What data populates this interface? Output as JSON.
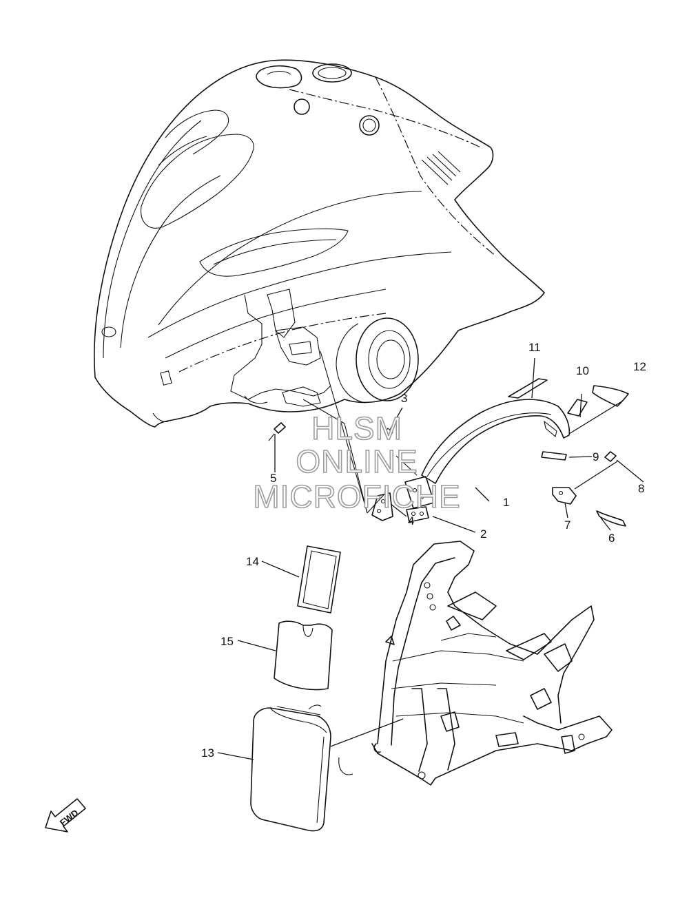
{
  "callouts": [
    {
      "id": "1",
      "label": "1"
    },
    {
      "id": "2",
      "label": "2"
    },
    {
      "id": "3",
      "label": "3"
    },
    {
      "id": "4",
      "label": "4"
    },
    {
      "id": "5",
      "label": "5"
    },
    {
      "id": "6",
      "label": "6"
    },
    {
      "id": "7",
      "label": "7"
    },
    {
      "id": "8",
      "label": "8"
    },
    {
      "id": "9",
      "label": "9"
    },
    {
      "id": "10",
      "label": "10"
    },
    {
      "id": "11",
      "label": "11"
    },
    {
      "id": "12",
      "label": "12"
    },
    {
      "id": "13",
      "label": "13"
    },
    {
      "id": "14",
      "label": "14"
    },
    {
      "id": "15",
      "label": "15"
    }
  ],
  "watermark": {
    "line1": "HLSM",
    "line2": "ONLINE",
    "line3": "MICROFICHE"
  },
  "direction_badge": {
    "label": "FWD"
  }
}
